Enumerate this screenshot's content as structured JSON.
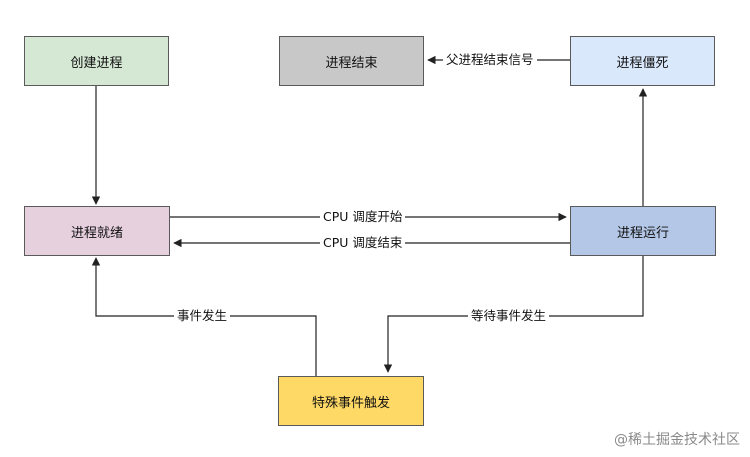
{
  "nodes": {
    "create": {
      "label": "创建进程",
      "color": "#d5e8d4"
    },
    "terminated": {
      "label": "进程结束",
      "color": "#c8c8c8"
    },
    "zombie": {
      "label": "进程僵死",
      "color": "#dae8fc"
    },
    "ready": {
      "label": "进程就绪",
      "color": "#e6d0de"
    },
    "running": {
      "label": "进程运行",
      "color": "#b4c7e7"
    },
    "event": {
      "label": "特殊事件触发",
      "color": "#ffd966"
    }
  },
  "edges": {
    "parent_signal": "父进程结束信号",
    "cpu_start": "CPU 调度开始",
    "cpu_end": "CPU 调度结束",
    "event_occurs": "事件发生",
    "wait_event": "等待事件发生"
  },
  "watermark": "@稀土掘金技术社区"
}
